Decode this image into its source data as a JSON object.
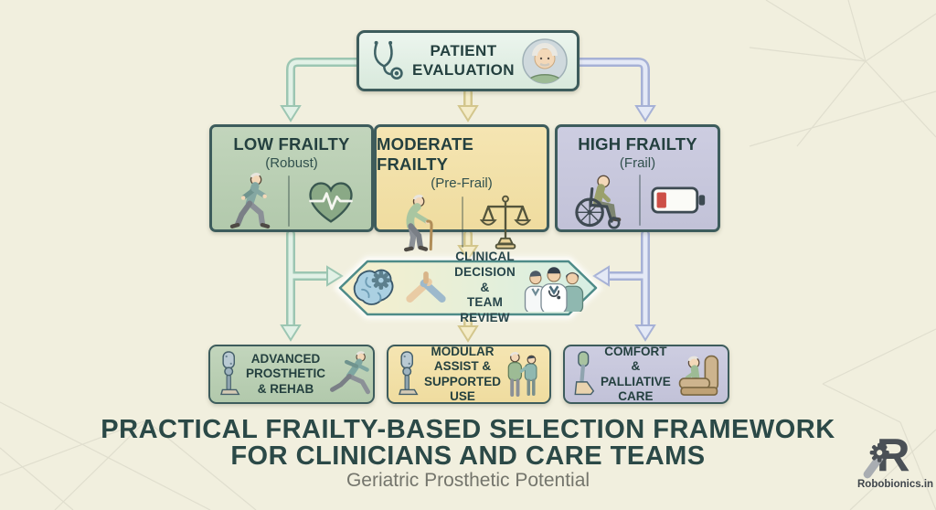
{
  "patient": {
    "label": "PATIENT EVALUATION",
    "icons": [
      "stethoscope-icon",
      "elderly-patient-avatar"
    ]
  },
  "frailty_levels": [
    {
      "title": "LOW FRAILTY",
      "subtitle": "(Robust)",
      "color": "#b9ceb3",
      "icons": [
        "walking-senior-icon",
        "heartbeat-icon"
      ]
    },
    {
      "title": "MODERATE FRAILTY",
      "subtitle": "(Pre-Frail)",
      "color": "#f2e0a9",
      "icons": [
        "senior-with-cane-icon",
        "balance-scale-icon"
      ]
    },
    {
      "title": "HIGH FRAILTY",
      "subtitle": "(Frail)",
      "color": "#c8c8dd",
      "icons": [
        "wheelchair-user-icon",
        "low-battery-icon"
      ]
    }
  ],
  "decision_hub": {
    "line1": "CLINICAL",
    "line2": "DECISION &",
    "line3": "TEAM REVIEW",
    "icons": [
      "brain-gear-icon",
      "handshake-icon",
      "care-team-icon"
    ]
  },
  "outcomes": [
    {
      "label": "ADVANCED PROSTHETIC & REHAB",
      "color": "#b9ceb3",
      "icons": [
        "prosthetic-leg-icon",
        "running-senior-icon"
      ]
    },
    {
      "label": "MODULAR ASSIST & SUPPORTED USE",
      "color": "#f2e0a9",
      "icons": [
        "prosthetic-leg-icon",
        "assisted-pair-icon"
      ]
    },
    {
      "label": "COMFORT & PALLIATIVE CARE",
      "color": "#c8c8dd",
      "icons": [
        "prosthetic-foot-icon",
        "seated-senior-icon"
      ]
    }
  ],
  "footer": {
    "title_line1": "PRACTICAL FRAILTY-BASED SELECTION FRAMEWORK",
    "title_line2": "FOR CLINICIANS AND CARE TEAMS",
    "subtitle": "Geriatric Prosthetic Potential",
    "brand": "Robobionics.in"
  },
  "palette": {
    "background": "#f1efde",
    "box_border": "#3d5c5c",
    "hexagon_border": "#4e8b88",
    "arrow_green": "#9cc6b2",
    "arrow_yellow": "#d3c68c",
    "arrow_blue": "#a6b1d6",
    "title_color": "#2b4947",
    "subtitle_color": "#74756c"
  }
}
